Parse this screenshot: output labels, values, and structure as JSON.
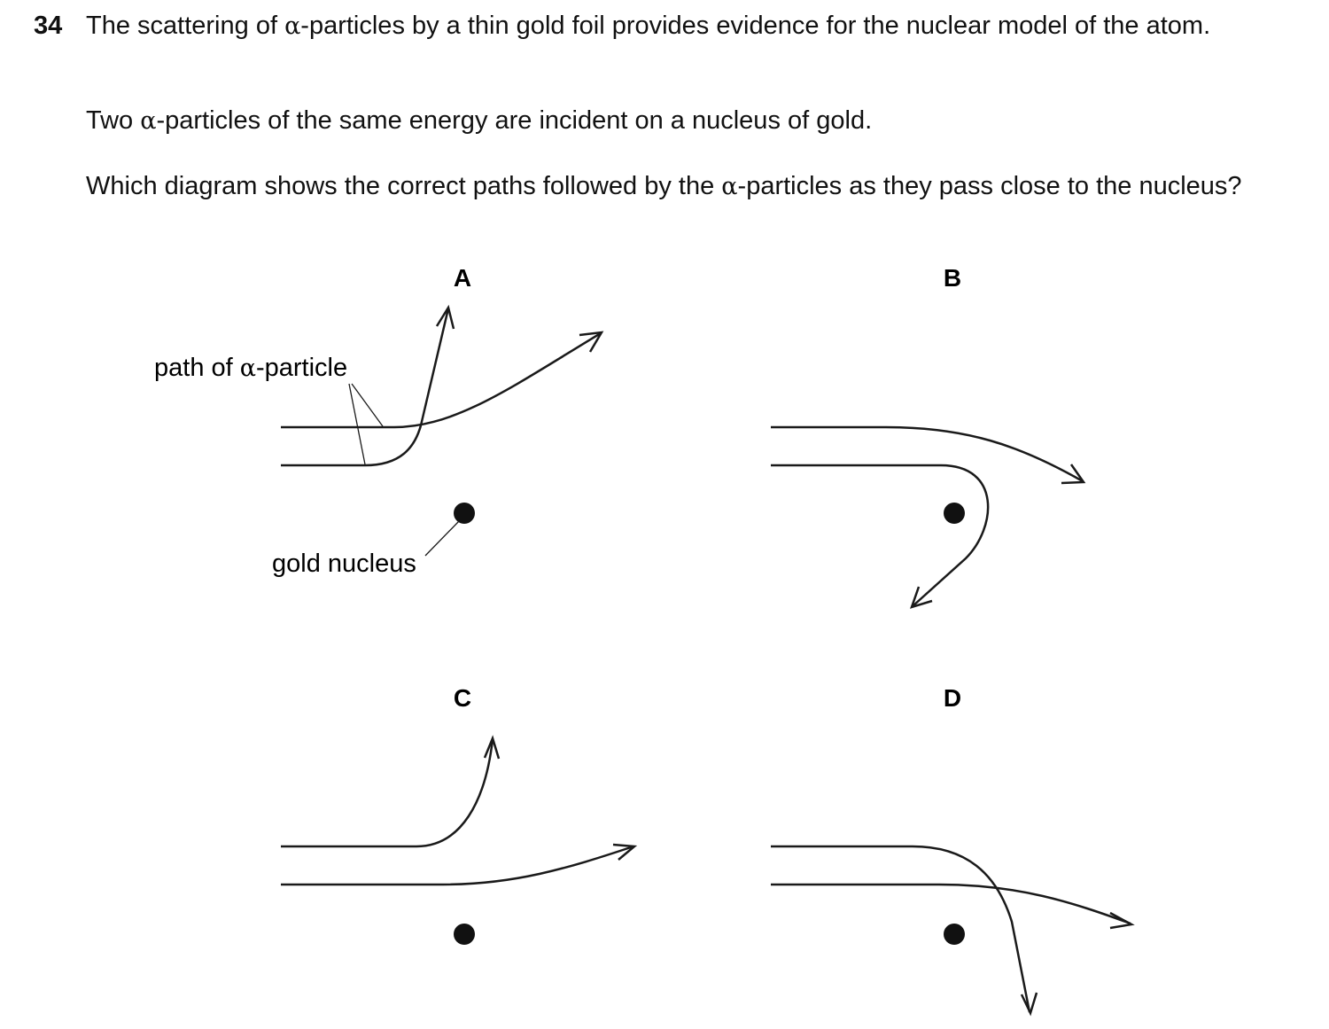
{
  "question": {
    "number": "34",
    "line1_pre": "The scattering of ",
    "line1_post": "-particles by a thin gold foil provides evidence for the nuclear model of the atom.",
    "line2_pre": "Two ",
    "line2_post": "-particles of the same energy are incident on a nucleus of gold.",
    "line3_pre": "Which diagram shows the correct paths followed by the ",
    "line3_post": "-particles as they pass close to the nucleus?",
    "alpha": "α"
  },
  "options": [
    {
      "letter": "A"
    },
    {
      "letter": "B"
    },
    {
      "letter": "C"
    },
    {
      "letter": "D"
    }
  ],
  "annotations": {
    "path_label_pre": "path of ",
    "path_label_alpha": "α",
    "path_label_post": "-particle",
    "nucleus_label": "gold nucleus"
  }
}
